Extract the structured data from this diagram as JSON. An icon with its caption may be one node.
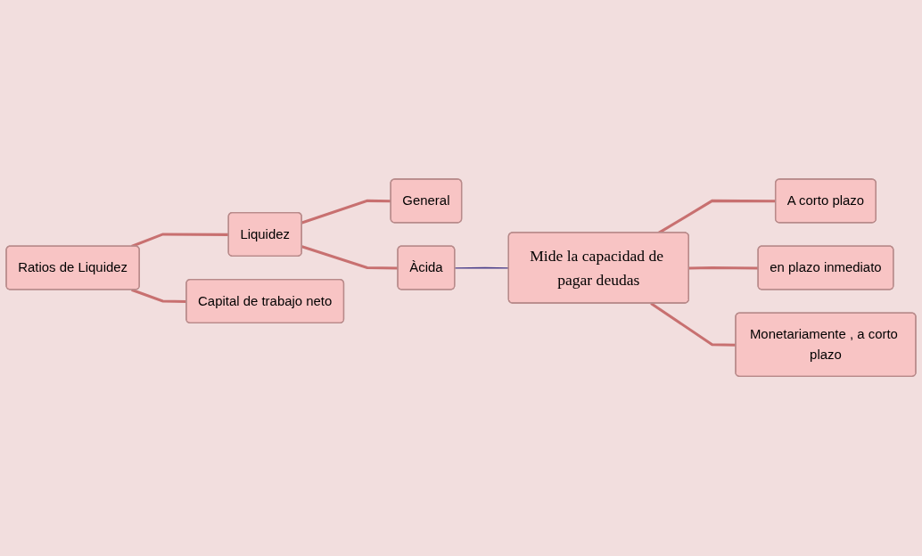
{
  "diagram": {
    "nodes": [
      {
        "text": [
          "Ratios de Liquidez"
        ]
      },
      {
        "text": [
          "Liquidez"
        ]
      },
      {
        "text": [
          "General"
        ]
      },
      {
        "text": [
          "Àcida"
        ]
      },
      {
        "text": [
          "Mide la capacidad de pagar deudas"
        ]
      },
      {
        "text": [
          "A corto plazo"
        ]
      },
      {
        "text": [
          "en plazo inmediato"
        ]
      },
      {
        "text": [
          "Monetariamente , a corto plazo"
        ]
      },
      {
        "text": [
          "Capital de trabajo neto"
        ]
      }
    ],
    "edges": [
      {
        "from": 0,
        "to": 1,
        "arrow": "none"
      },
      {
        "from": 0,
        "to": 8,
        "arrow": "none"
      },
      {
        "from": 1,
        "to": 2,
        "arrow": "none"
      },
      {
        "from": 1,
        "to": 3,
        "arrow": "none"
      },
      {
        "from": 3,
        "to": 4,
        "arrow": "none",
        "color": "#4b3f8a"
      },
      {
        "from": 4,
        "to": 5,
        "arrow": "none"
      },
      {
        "from": 4,
        "to": 6,
        "arrow": "none"
      },
      {
        "from": 4,
        "to": 7,
        "arrow": "none"
      }
    ]
  }
}
